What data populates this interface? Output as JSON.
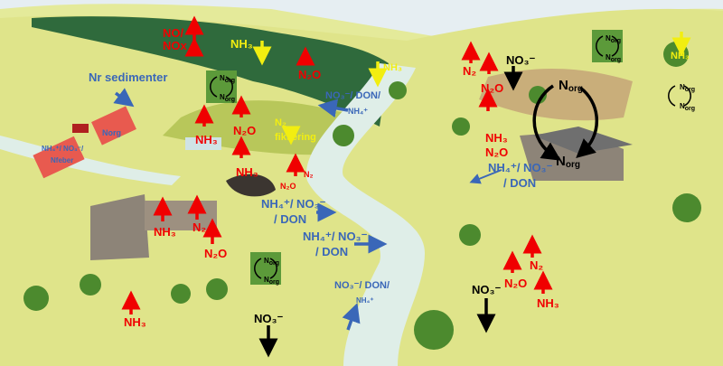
{
  "forest": {
    "no_nox": "NO/\nNOx",
    "nh3_deposition": "NH₃",
    "n2o": "N₂O"
  },
  "river_upper": {
    "nh3_deposition": "NH₃",
    "leaching_line1": "NO₃⁻/ DON/",
    "leaching_line2": "NH₄⁺"
  },
  "sediments": {
    "label": "Nr sedimenter"
  },
  "trucks": {
    "organic_truck": "Norg",
    "mineral_truck_line1": "NH₄⁺/ NO₃⁻/",
    "mineral_truck_line2": "Nfeber"
  },
  "field": {
    "nh3_spreading": "NH₃",
    "n2o": "N₂O",
    "nh3_heap": "NH₃",
    "fixation_line1": "N₂",
    "fixation_line2": "fiksering",
    "river_n2o": "N₂O",
    "river_n2": "N₂"
  },
  "cycle": {
    "base": "N",
    "sub": "org"
  },
  "farm_right": {
    "n2": "N₂",
    "n2o": "N₂O",
    "no3": "NO₃⁻",
    "nh3": "NH₃",
    "n2o_lower": "N₂O",
    "runoff_line1": "NH₄⁺/ NO₃⁻",
    "runoff_line2": "/ DON",
    "nh3_deposition": "NH₃"
  },
  "farm_left": {
    "barn_nh3": "NH₃",
    "barn_n2": "N₂",
    "barn_n2o": "N₂O",
    "runoff1_line1": "NH₄⁺/ NO₃⁻",
    "runoff1_line2": "/ DON",
    "runoff2_line1": "NH₄⁺/ NO₃⁻",
    "runoff2_line2": "/ DON",
    "leach_line1": "NO₃⁻/ DON/",
    "leach_line2": "NH₄⁺",
    "pasture_no3": "NO₃⁻",
    "pasture_nh3": "NH₃"
  },
  "pasture_right": {
    "n2o": "N₂O",
    "n2": "N₂",
    "nh3": "NH₃",
    "no3": "NO₃⁻"
  },
  "colors": {
    "emission": "#f00000",
    "deposition": "#f2ee10",
    "water": "#3a67b8",
    "soil": "#000000",
    "cycle_box": "#5c9a3a"
  }
}
